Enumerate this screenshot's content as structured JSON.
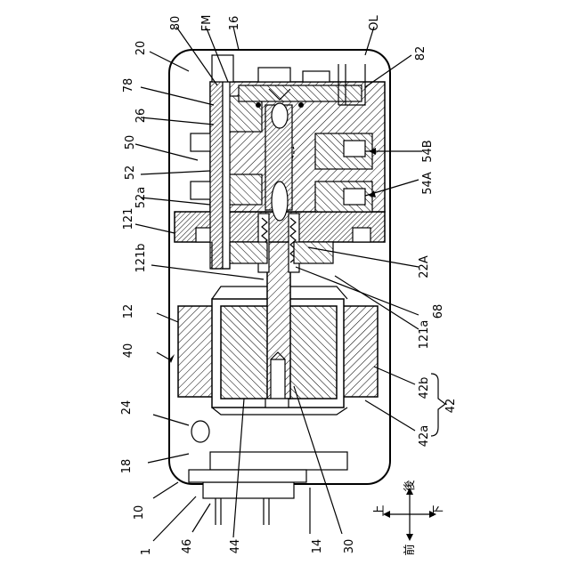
{
  "figure": {
    "labels": {
      "l80": "80",
      "lFM": "FM",
      "l16": "16",
      "lOL": "OL",
      "l20": "20",
      "l82": "82",
      "l78": "78",
      "l26": "26",
      "l50": "50",
      "l54B": "54B",
      "l52": "52",
      "l52a": "52a",
      "l54A": "54A",
      "l121": "121",
      "l22A": "22A",
      "l121b": "121b",
      "l68": "68",
      "l12": "12",
      "l121a": "121a",
      "l40": "40",
      "l42b": "42b",
      "l42": "42",
      "l24": "24",
      "l42a": "42a",
      "l18": "18",
      "l10": "10",
      "l1": "1",
      "l46": "46",
      "l44": "44",
      "l14": "14",
      "l30": "30"
    },
    "direction": {
      "back": "後",
      "front": "前",
      "up": "上",
      "down": "下"
    }
  }
}
